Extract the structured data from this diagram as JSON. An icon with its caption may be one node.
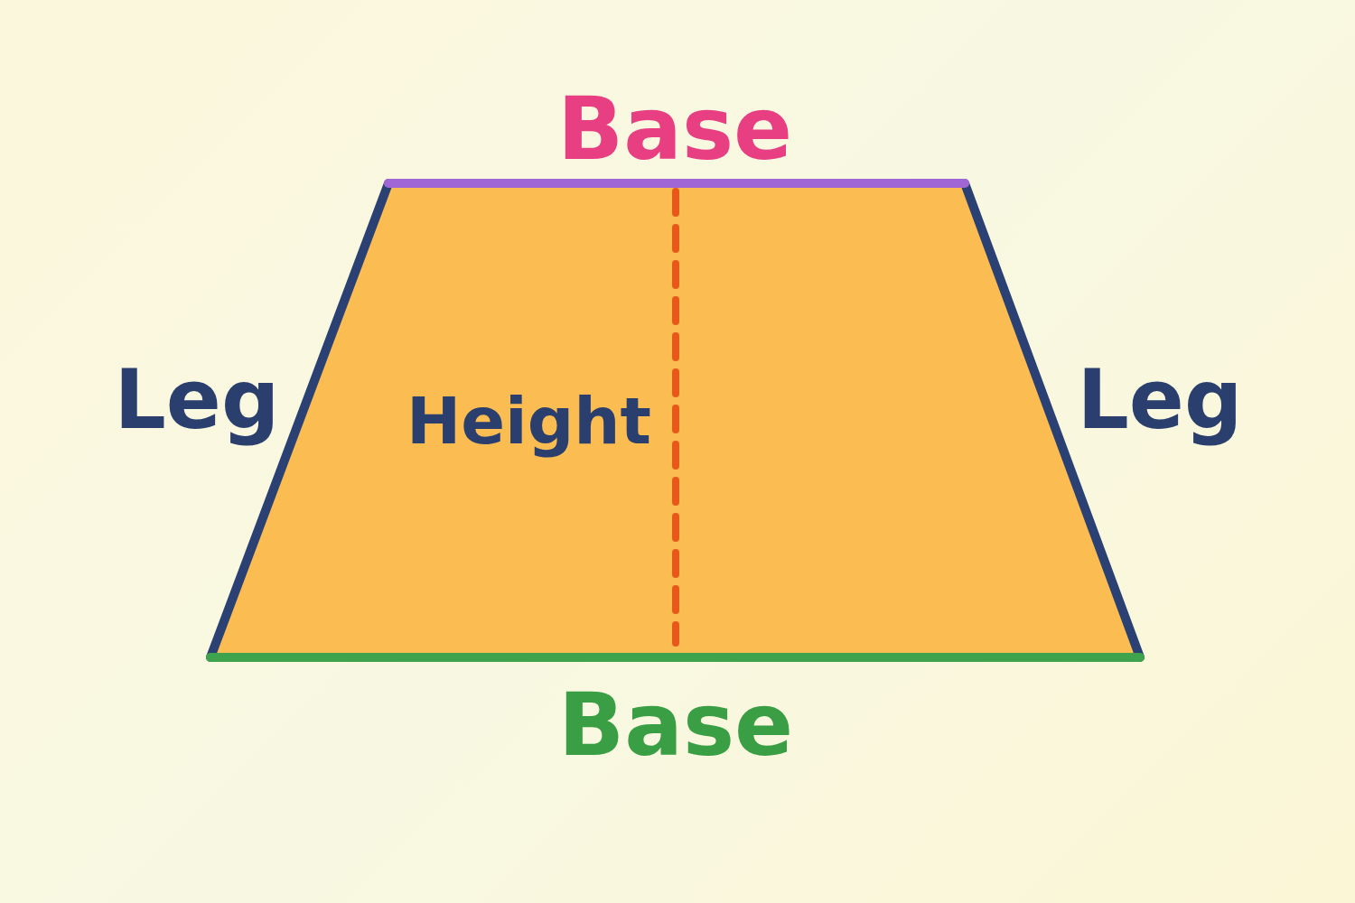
{
  "diagram": {
    "nodes": [
      {
        "text": [
          "Height"
        ]
      }
    ],
    "labels": [
      "Base",
      "Leg",
      "Leg",
      "Base"
    ]
  }
}
